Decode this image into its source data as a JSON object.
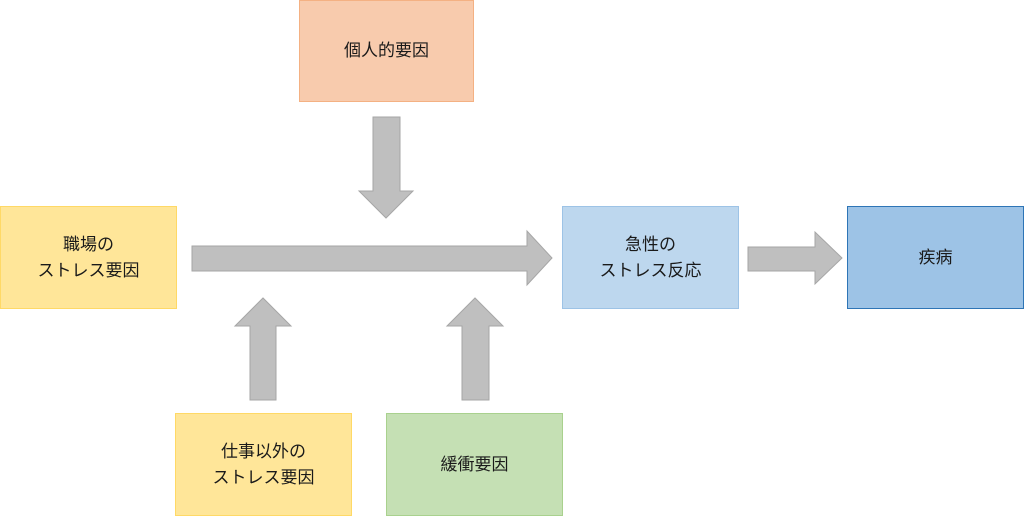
{
  "boxes": {
    "personal": {
      "label": "個人的要因",
      "fill": "#f8cbad",
      "border": "#f4b183"
    },
    "workplace": {
      "label": "職場の\nストレス要因",
      "fill": "#ffe699",
      "border": "#ffd966"
    },
    "acute": {
      "label": "急性の\nストレス反応",
      "fill": "#bdd7ee",
      "border": "#9dc3e6"
    },
    "disease": {
      "label": "疾病",
      "fill": "#9dc3e6",
      "border": "#2e75b6"
    },
    "nonwork": {
      "label": "仕事以外の\nストレス要因",
      "fill": "#ffe699",
      "border": "#ffd966"
    },
    "buffer": {
      "label": "緩衝要因",
      "fill": "#c5e0b4",
      "border": "#a9d18e"
    }
  },
  "arrow_color": "#bfbfbf",
  "arrow_border": "#a6a6a6"
}
